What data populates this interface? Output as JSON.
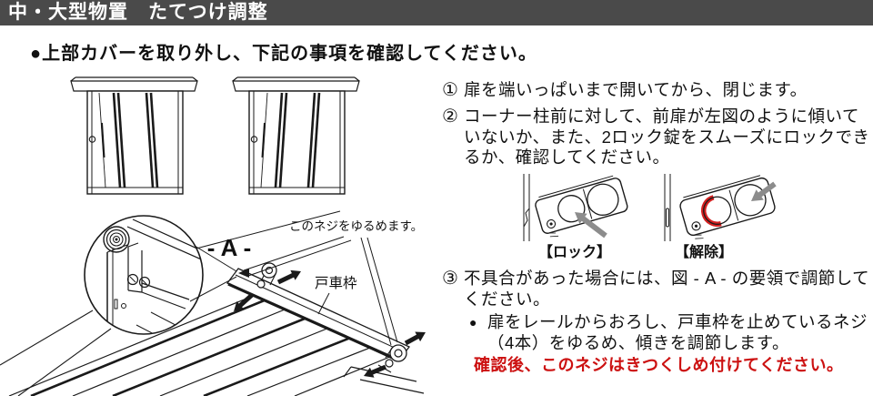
{
  "header": {
    "title": "中・大型物置　たてつけ調整"
  },
  "intro": {
    "text": "●上部カバーを取り外し、下記の事項を確認してください。"
  },
  "steps": [
    {
      "num": "①",
      "lines": [
        "扉を端いっぱいまで開いてから、閉じます。"
      ]
    },
    {
      "num": "②",
      "lines": [
        "コーナー柱前に対して、前扉が左図のように傾いて",
        "いないか、また、2ロック錠をスムーズにロックでき",
        "るか、確認してください。"
      ]
    },
    {
      "num": "③",
      "lines": [
        "不具合があった場合には、図 - A - の要領で調節して",
        "ください。"
      ]
    }
  ],
  "locks": [
    {
      "caption": "【ロック】",
      "state": "lock"
    },
    {
      "caption": "【解除】",
      "state": "release"
    }
  ],
  "adjust_note": {
    "bullet": "●",
    "lines": [
      "扉をレールからおろし、戸車枠を止めているネジ",
      "（4本）をゆるめ、傾きを調節します。"
    ]
  },
  "warning": {
    "text": "確認後、このネジはきつくしめ付けてください。"
  },
  "figure": {
    "label": "- A -",
    "screw_note": "このネジをゆるめます。",
    "frame_label": "戸車枠"
  },
  "colors": {
    "header_bg": "#4a4a4a",
    "warning_red": "#cc1111",
    "indicator_red": "#d42020",
    "arrow_gray": "#8c8c8c"
  }
}
